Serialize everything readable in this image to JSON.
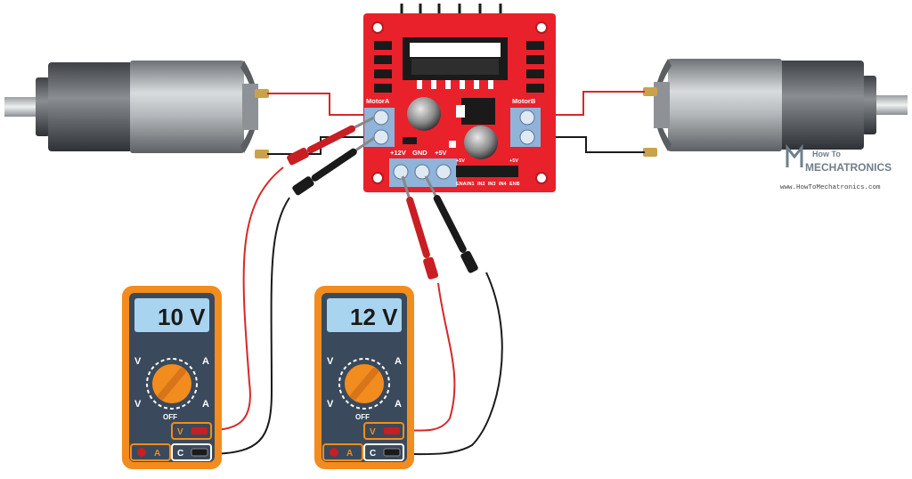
{
  "board": {
    "motor_a_label": "MotorA",
    "motor_b_label": "MotorB",
    "power_labels": [
      "+12V",
      "GND",
      "+5V"
    ],
    "header_small_labels": [
      "+5V",
      "+5V"
    ],
    "pin_labels": [
      "ENA",
      "IN1",
      "IN2",
      "IN3",
      "IN4",
      "ENB"
    ]
  },
  "meters": [
    {
      "reading": "10 V",
      "dial": {
        "left_top": "V",
        "right_top": "A",
        "left_bottom": "V",
        "right_bottom": "A",
        "off": "OFF"
      },
      "jacks": {
        "volt": "V",
        "amp": "A",
        "common": "C"
      }
    },
    {
      "reading": "12 V",
      "dial": {
        "left_top": "V",
        "right_top": "A",
        "left_bottom": "V",
        "right_bottom": "A",
        "off": "OFF"
      },
      "jacks": {
        "volt": "V",
        "amp": "A",
        "common": "C"
      }
    }
  ],
  "logo": {
    "line1": "How To",
    "line2": "MECHATRONICS",
    "url": "www.HowToMechatronics.com"
  },
  "colors": {
    "board": "#e8212b",
    "terminal": "#8fb3d9",
    "meter_body": "#f28c1e",
    "meter_panel": "#3a4a5c",
    "lcd": "#a8d4f0",
    "knob": "#f28c1e",
    "wire_red": "#d62828",
    "wire_black": "#1a1a1a",
    "probe_red": "#c81e24",
    "motor_body": "#a9adb0"
  },
  "icons": {
    "motor": "dc-gear-motor-icon",
    "probe": "test-probe-icon",
    "dial": "selector-knob-icon"
  }
}
